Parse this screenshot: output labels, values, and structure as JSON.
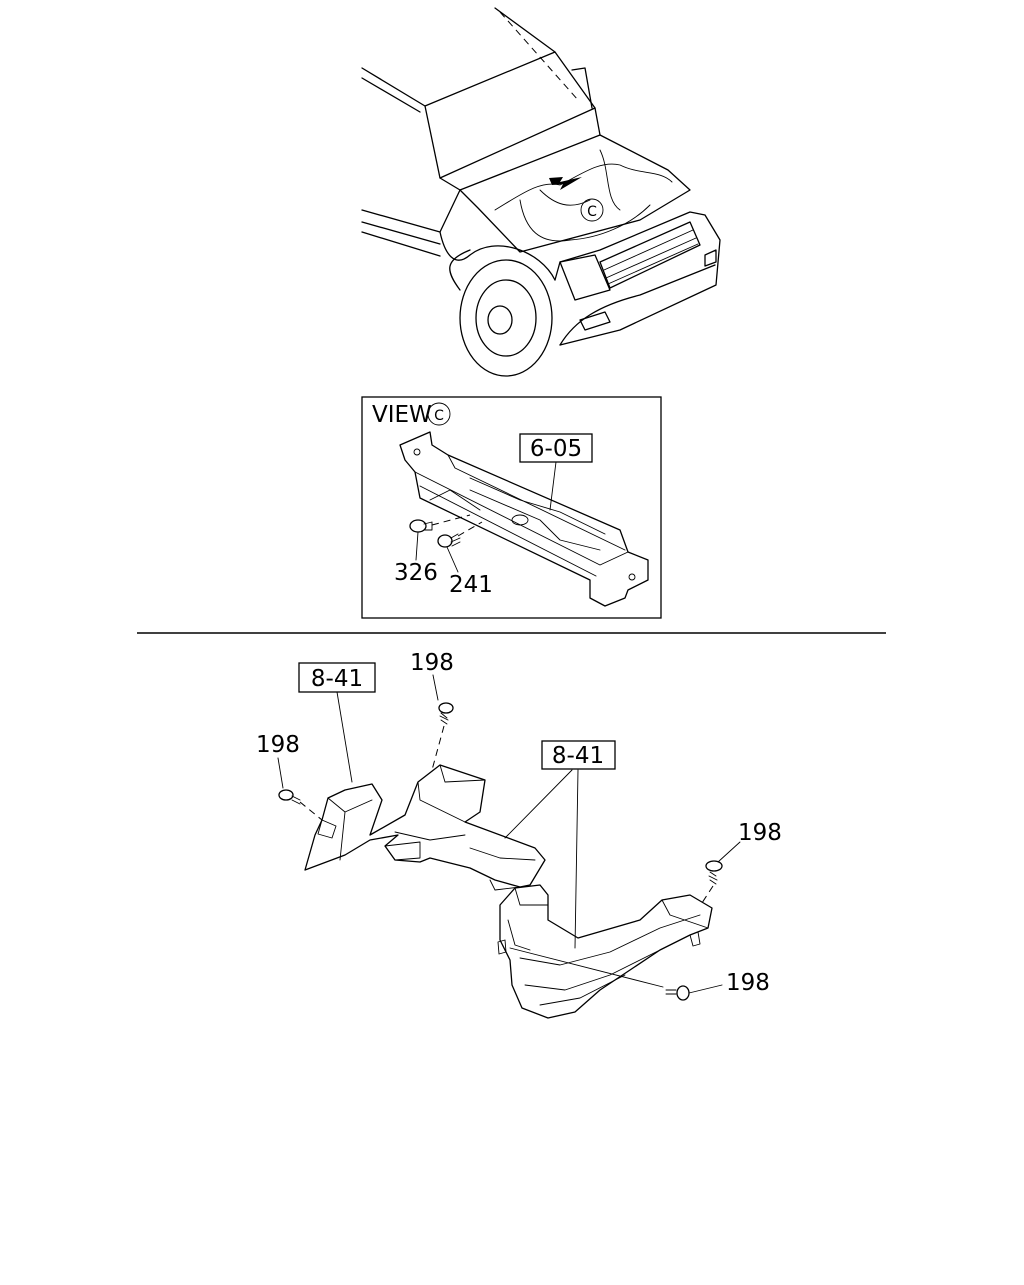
{
  "diagram": {
    "view_marker": "C",
    "view_label": "VIEW",
    "refs": {
      "cowl": "6-05",
      "duct_left": "8-41",
      "duct_right": "8-41"
    },
    "parts": {
      "clip": "326",
      "screw": "241",
      "fastener_top": "198",
      "fastener_left": "198",
      "fastener_right": "198",
      "fastener_bottom": "198"
    }
  }
}
